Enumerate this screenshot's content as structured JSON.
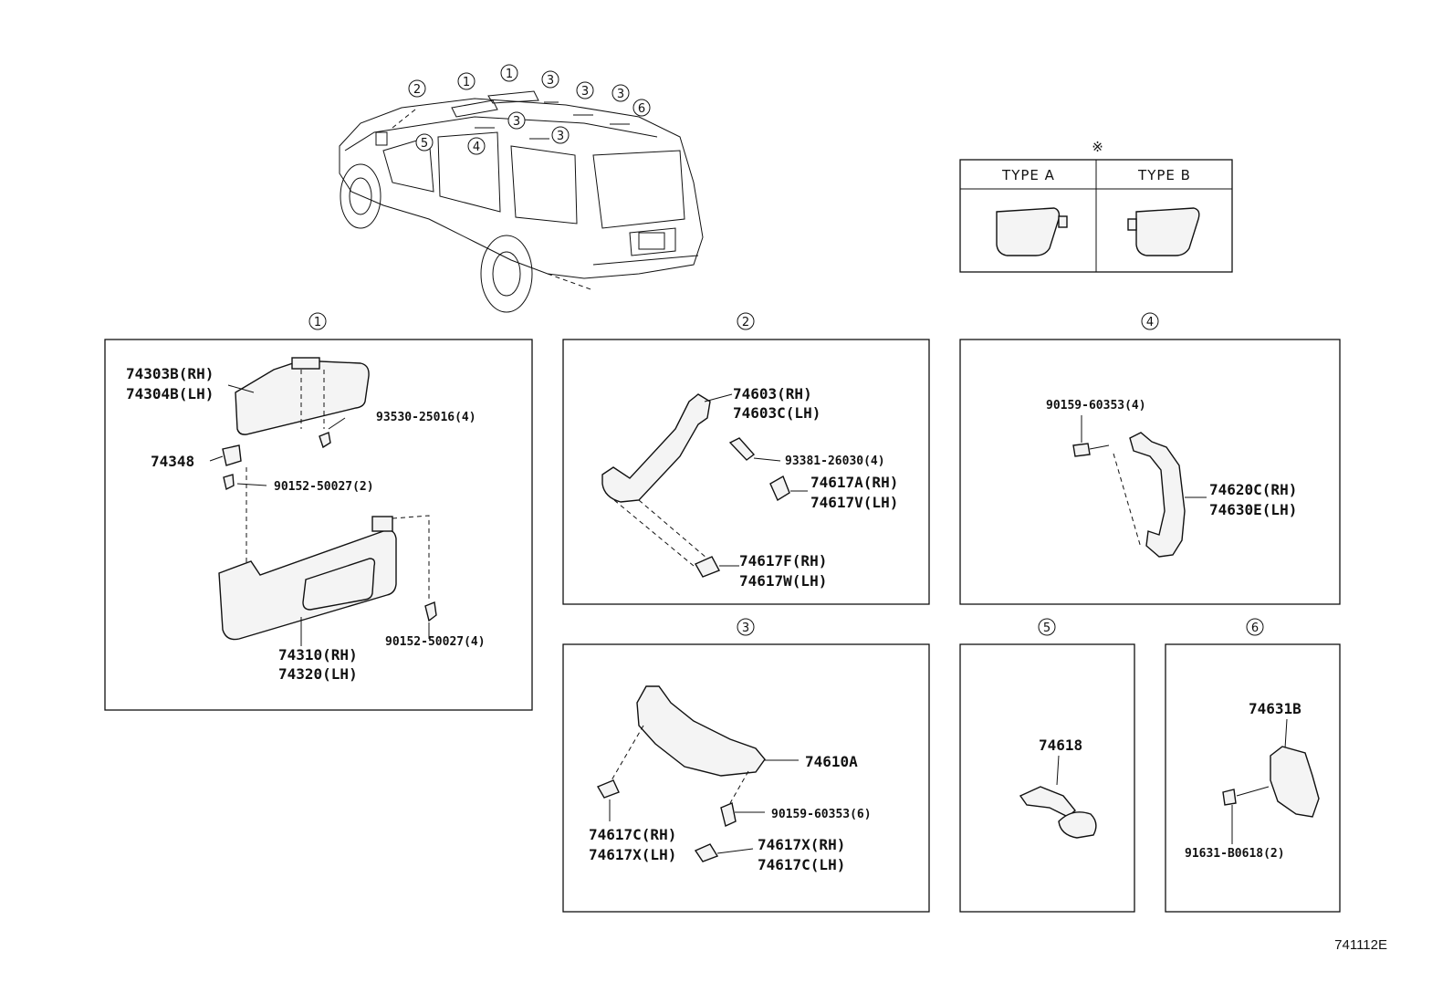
{
  "diagram_code": "741112E",
  "note_symbol": "※",
  "type_table": {
    "type_a": "TYPE A",
    "type_b": "TYPE B"
  },
  "callouts": {
    "c1": "1",
    "c2": "2",
    "c3": "3",
    "c4": "4",
    "c5": "5",
    "c6": "6"
  },
  "sections": {
    "s1": {
      "number": "1",
      "parts": {
        "p74303": "74303B(RH)",
        "p74304": "74304B(LH)",
        "p93530": "93530-25016(4)",
        "p74348": "74348",
        "p90152a": "90152-50027(2)",
        "p90152b": "90152-50027(4)",
        "p74310": "74310(RH)",
        "p74320": "74320(LH)"
      }
    },
    "s2": {
      "number": "2",
      "parts": {
        "p74603": "74603(RH)",
        "p74603c": "74603C(LH)",
        "p93381": "93381-26030(4)",
        "p74617a": "74617A(RH)",
        "p74617v": "74617V(LH)",
        "p74617f": "74617F(RH)",
        "p74617w": "74617W(LH)"
      }
    },
    "s3": {
      "number": "3",
      "parts": {
        "p74610a": "74610A",
        "p90159": "90159-60353(6)",
        "p74617c_rh": "74617C(RH)",
        "p74617x_lh": "74617X(LH)",
        "p74617x_rh": "74617X(RH)",
        "p74617c_lh": "74617C(LH)"
      }
    },
    "s4": {
      "number": "4",
      "parts": {
        "p90159": "90159-60353(4)",
        "p74620c": "74620C(RH)",
        "p74630e": "74630E(LH)"
      }
    },
    "s5": {
      "number": "5",
      "parts": {
        "p74618": "74618"
      }
    },
    "s6": {
      "number": "6",
      "parts": {
        "p74631b": "74631B",
        "p91631": "91631-B0618(2)"
      }
    }
  }
}
